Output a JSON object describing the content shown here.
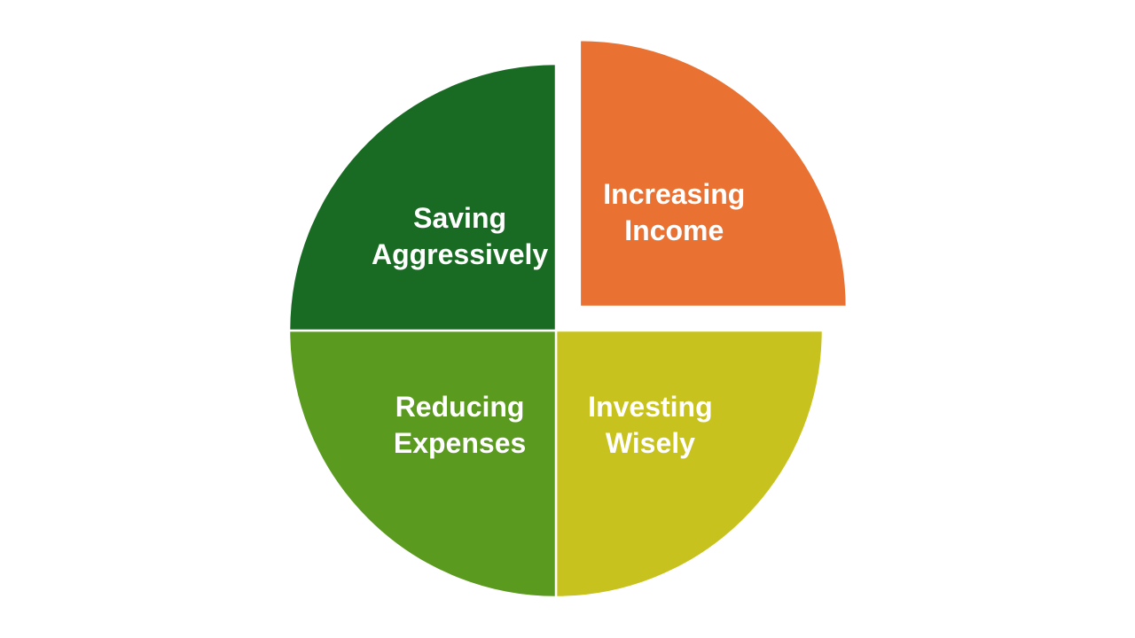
{
  "chart_data": {
    "type": "pie",
    "categories": [
      "Increasing Income",
      "Investing Wisely",
      "Reducing Expenses",
      "Saving Aggressively"
    ],
    "label_lines": [
      [
        "Increasing",
        "Income"
      ],
      [
        "Investing",
        "Wisely"
      ],
      [
        "Reducing",
        "Expenses"
      ],
      [
        "Saving",
        "Aggressively"
      ]
    ],
    "values": [
      25,
      25,
      25,
      25
    ],
    "colors": [
      "#E97132",
      "#C8C21E",
      "#5A9A1E",
      "#196B24"
    ],
    "exploded": [
      "Increasing Income"
    ],
    "start": "top",
    "direction": "clockwise",
    "legend": "none"
  }
}
